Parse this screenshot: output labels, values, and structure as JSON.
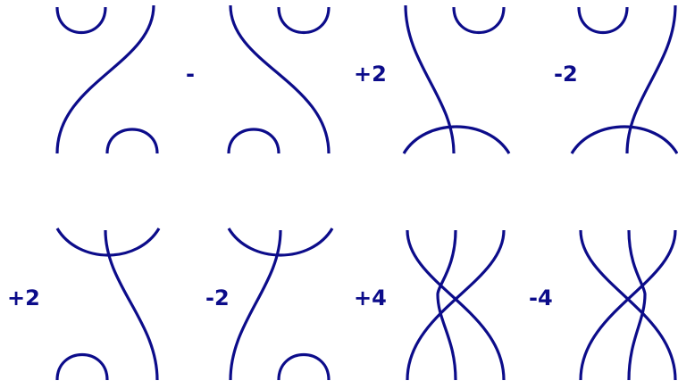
{
  "coefficients": {
    "row1": [
      "-",
      "+2",
      "-2"
    ],
    "row2": [
      "+2",
      "-2",
      "+4",
      "-4"
    ]
  },
  "stroke_color": "#0c0c8a"
}
